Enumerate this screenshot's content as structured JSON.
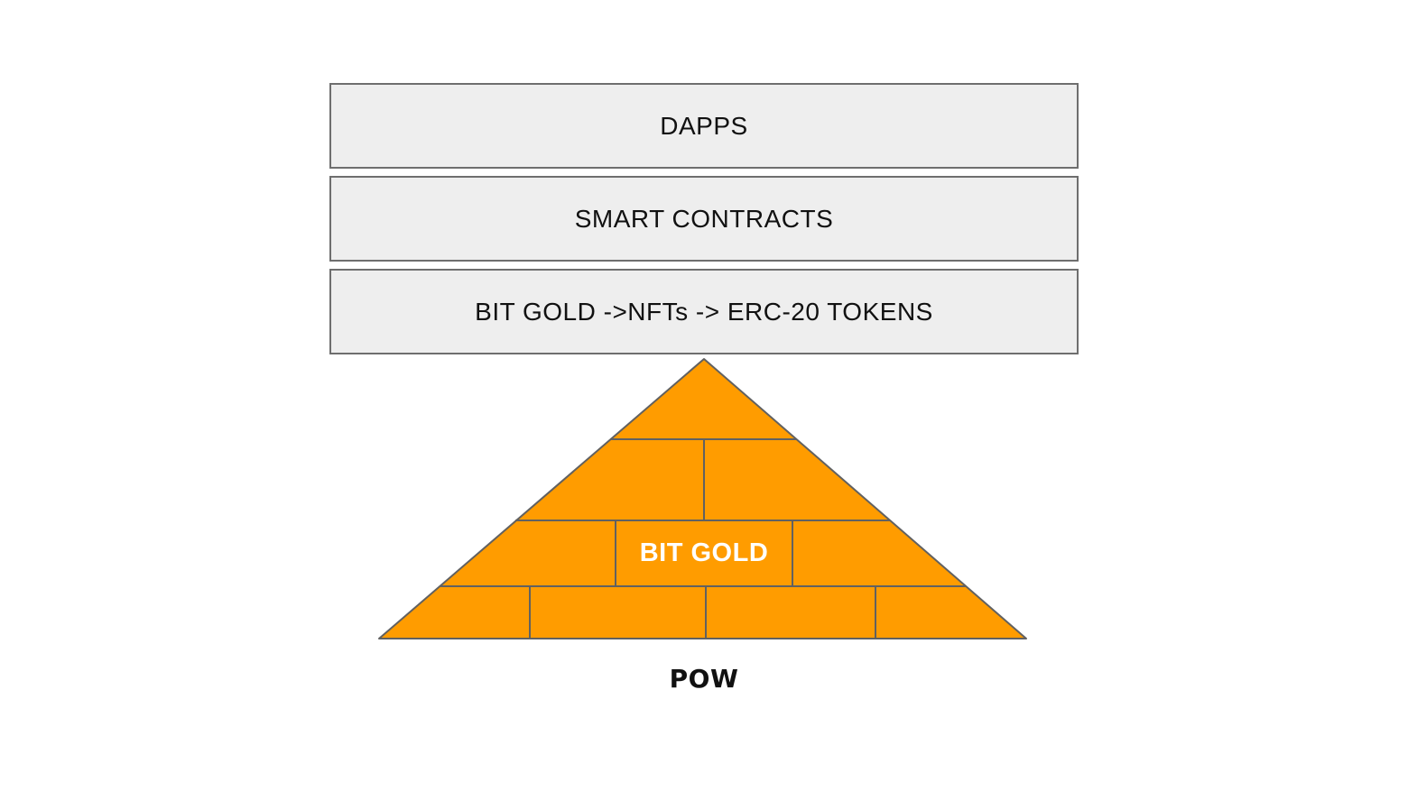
{
  "layers": [
    {
      "label": "DAPPS"
    },
    {
      "label": "SMART CONTRACTS"
    },
    {
      "label": "BIT GOLD ->NFTs -> ERC-20 TOKENS"
    }
  ],
  "pyramid": {
    "label": "BIT GOLD",
    "fill_color": "#FF9C00",
    "stroke_color": "#616161"
  },
  "caption": {
    "label": "POW"
  },
  "colors": {
    "background": "#FFFFFF",
    "layer_fill": "#EEEEEE",
    "layer_border": "#6E6E6E",
    "layer_text": "#111111",
    "pyramid_label_text": "#FFFFFF"
  }
}
